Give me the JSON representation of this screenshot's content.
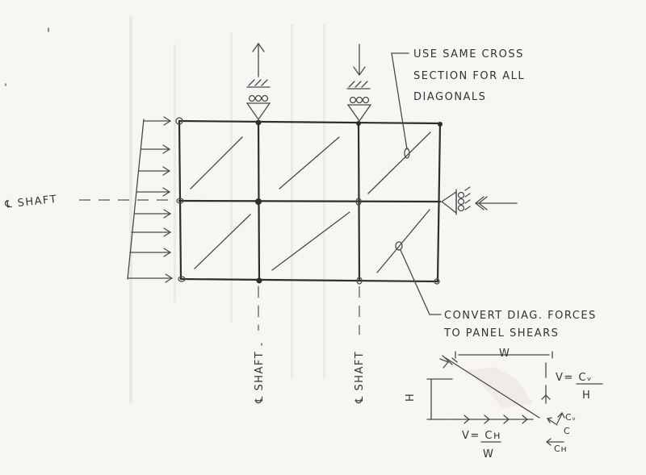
{
  "notes": {
    "diagonals_line1": "USE SAME CROSS",
    "diagonals_line2": "SECTION FOR ALL",
    "diagonals_line3": "DIAGONALS",
    "convert_line1": "CONVERT DIAG. FORCES",
    "convert_line2": "TO PANEL SHEARS"
  },
  "centerlines": {
    "left": "℄ SHAFT",
    "bottom_a": "℄ SHAFT",
    "bottom_b": "℄ SHAFT"
  },
  "detail": {
    "width_label": "W",
    "height_label": "H",
    "shear_v_right_num": "V= Cᵥ",
    "shear_v_right_den": "H",
    "shear_v_bottom_num": "V= Cʜ",
    "shear_v_bottom_den": "W",
    "cv_label": "Cᵥ",
    "c_label": "C",
    "ch_label": "Cʜ"
  },
  "colors": {
    "paper": "#f7f6f3",
    "ink": "#3a3a3a",
    "bleed": "#d9d4cc"
  }
}
